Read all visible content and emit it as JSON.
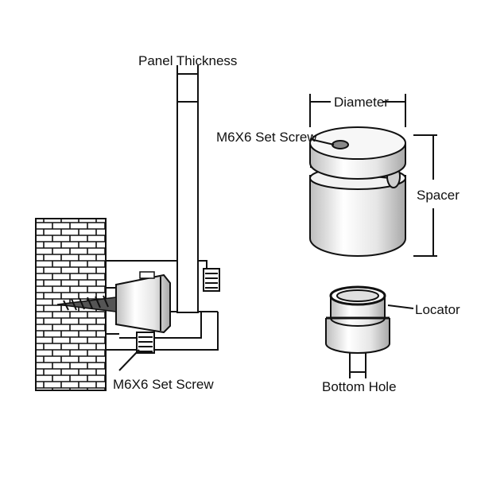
{
  "labels": {
    "panel_thickness": "Panel Thickness",
    "diameter": "Diameter",
    "set_screw_top": "M6X6 Set Screw",
    "spacer": "Spacer",
    "locator": "Locator",
    "bottom_hole": "Bottom Hole",
    "set_screw_bottom": "M6X6 Set Screw"
  },
  "colors": {
    "ink": "#111111",
    "background": "#ffffff",
    "metal_shade": "#d8d8d8"
  }
}
